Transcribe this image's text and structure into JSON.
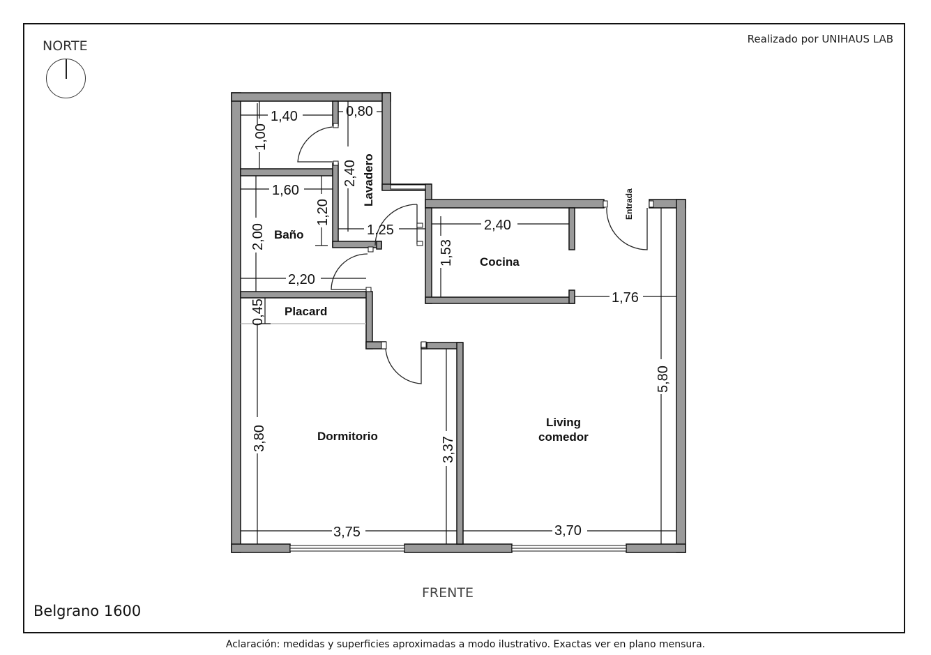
{
  "header": {
    "north_label": "NORTE",
    "credit_prefix": "Realizado por",
    "credit_brand": "UNIHAUS LAB"
  },
  "footer": {
    "address": "Belgrano 1600",
    "front_label": "FRENTE",
    "disclaimer": "Aclaración: medidas y superficies aproximadas a modo ilustrativo. Exactas ver en plano mensura."
  },
  "rooms": {
    "bano": "Baño",
    "lavadero": "Lavadero",
    "cocina": "Cocina",
    "entrada": "Entrada",
    "placard": "Placard",
    "dormitorio": "Dormitorio",
    "living_line1": "Living",
    "living_line2": "comedor"
  },
  "dimensions": {
    "d_1_40": "1,40",
    "d_0_80": "0,80",
    "d_1_00": "1,00",
    "d_2_40_lav": "2,40",
    "d_1_60": "1,60",
    "d_1_20": "1,20",
    "d_2_00": "2,00",
    "d_1_25": "1,25",
    "d_2_40_coc": "2,40",
    "d_1_53": "1,53",
    "d_2_20": "2,20",
    "d_1_76": "1,76",
    "d_0_45": "0,45",
    "d_5_80": "5,80",
    "d_3_80": "3,80",
    "d_3_37": "3,37",
    "d_3_75": "3,75",
    "d_3_70": "3,70"
  },
  "colors": {
    "wall": "#9a9a9a",
    "wall_outline": "#111111"
  }
}
